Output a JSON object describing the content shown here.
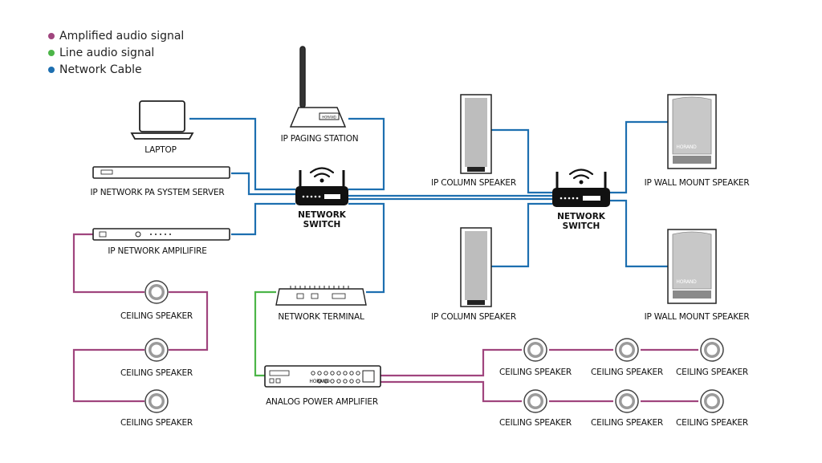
{
  "legend": [
    {
      "label": "Amplified audio signal",
      "color": "#a0457e"
    },
    {
      "label": "Line audio signal",
      "color": "#4cb548"
    },
    {
      "label": "Network Cable",
      "color": "#1d6fb0"
    }
  ],
  "colors": {
    "amplified": "#a0457e",
    "line": "#4cb548",
    "network": "#1d6fb0",
    "device_outline": "#222222"
  },
  "devices": {
    "laptop": "LAPTOP",
    "paging_station": "IP PAGING STATION",
    "pa_server": "IP NETWORK PA SYSTEM SERVER",
    "network_amplifier": "IP NETWORK AMPILIFIRE",
    "switch_1": "NETWORK SWITCH",
    "switch_2": "NETWORK SWITCH",
    "network_terminal": "NETWORK TERMINAL",
    "analog_amplifier": "ANALOG POWER AMPLIFIER",
    "column_speaker_1": "IP COLUMN SPEAKER",
    "column_speaker_2": "IP COLUMN SPEAKER",
    "wall_speaker_1": "IP WALL MOUNT SPEAKER",
    "wall_speaker_2": "IP WALL MOUNT SPEAKER",
    "ceiling_speaker": "CEILING SPEAKER"
  },
  "brand": "HORAND"
}
